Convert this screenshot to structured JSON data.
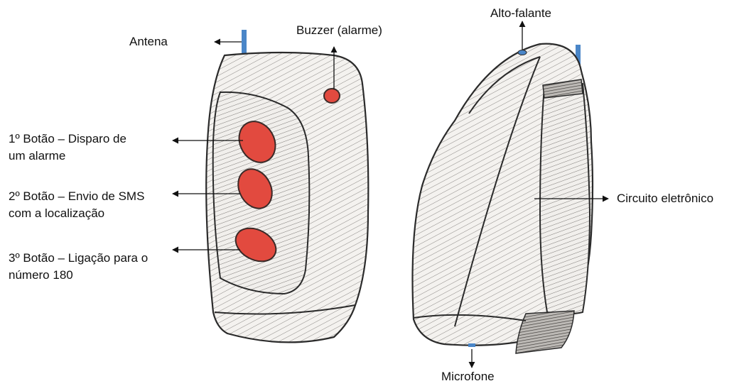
{
  "colors": {
    "button_red": "#e24a3f",
    "antenna_blue": "#4a86c8",
    "body_fill": "#f3f1ee",
    "outline": "#2b2b2b"
  },
  "labels": {
    "antenna": "Antena",
    "buzzer": "Buzzer (alarme)",
    "button1_line1": "1º Botão – Disparo de",
    "button1_line2": "um alarme",
    "button2_line1": "2º Botão – Envio de SMS",
    "button2_line2": "com a localização",
    "button3_line1": "3º Botão – Ligação para o",
    "button3_line2": "número 180",
    "speaker": "Alto-falante",
    "circuit": "Circuito eletrônico",
    "microphone": "Microfone"
  }
}
